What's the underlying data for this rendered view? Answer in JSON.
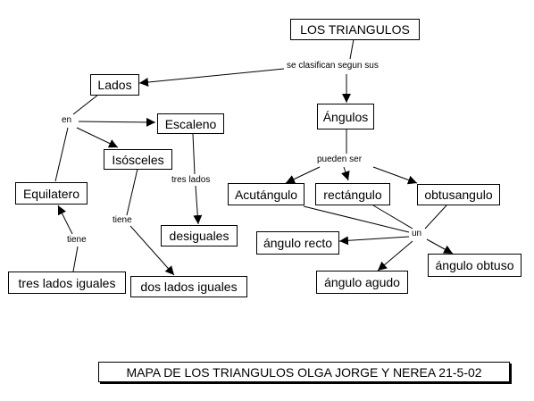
{
  "title": "LOS TRIANGULOS",
  "concepts": {
    "lados": "Lados",
    "angulos": "Ángulos",
    "escaleno": "Escaleno",
    "isosceles": "Isósceles",
    "equilatero": "Equilatero",
    "desiguales": "desiguales",
    "dos_lados_iguales": "dos lados iguales",
    "tres_lados_iguales": "tres lados iguales",
    "acutangulo": "Acutángulo",
    "rectangulo": "rectángulo",
    "obtusangulo": "obtusangulo",
    "angulo_recto": "ángulo recto",
    "angulo_agudo": "ángulo agudo",
    "angulo_obtuso": "ángulo obtuso"
  },
  "links": {
    "se_clasifican": "se clasifican segun sus",
    "en": "en",
    "tres_lados": "tres lados",
    "tiene_isosceles": "tiene",
    "tiene_equilatero": "tiene",
    "pueden_ser": "pueden ser",
    "un": "un"
  },
  "footer": "MAPA DE LOS TRIANGULOS OLGA JORGE Y  NEREA 21-5-02"
}
